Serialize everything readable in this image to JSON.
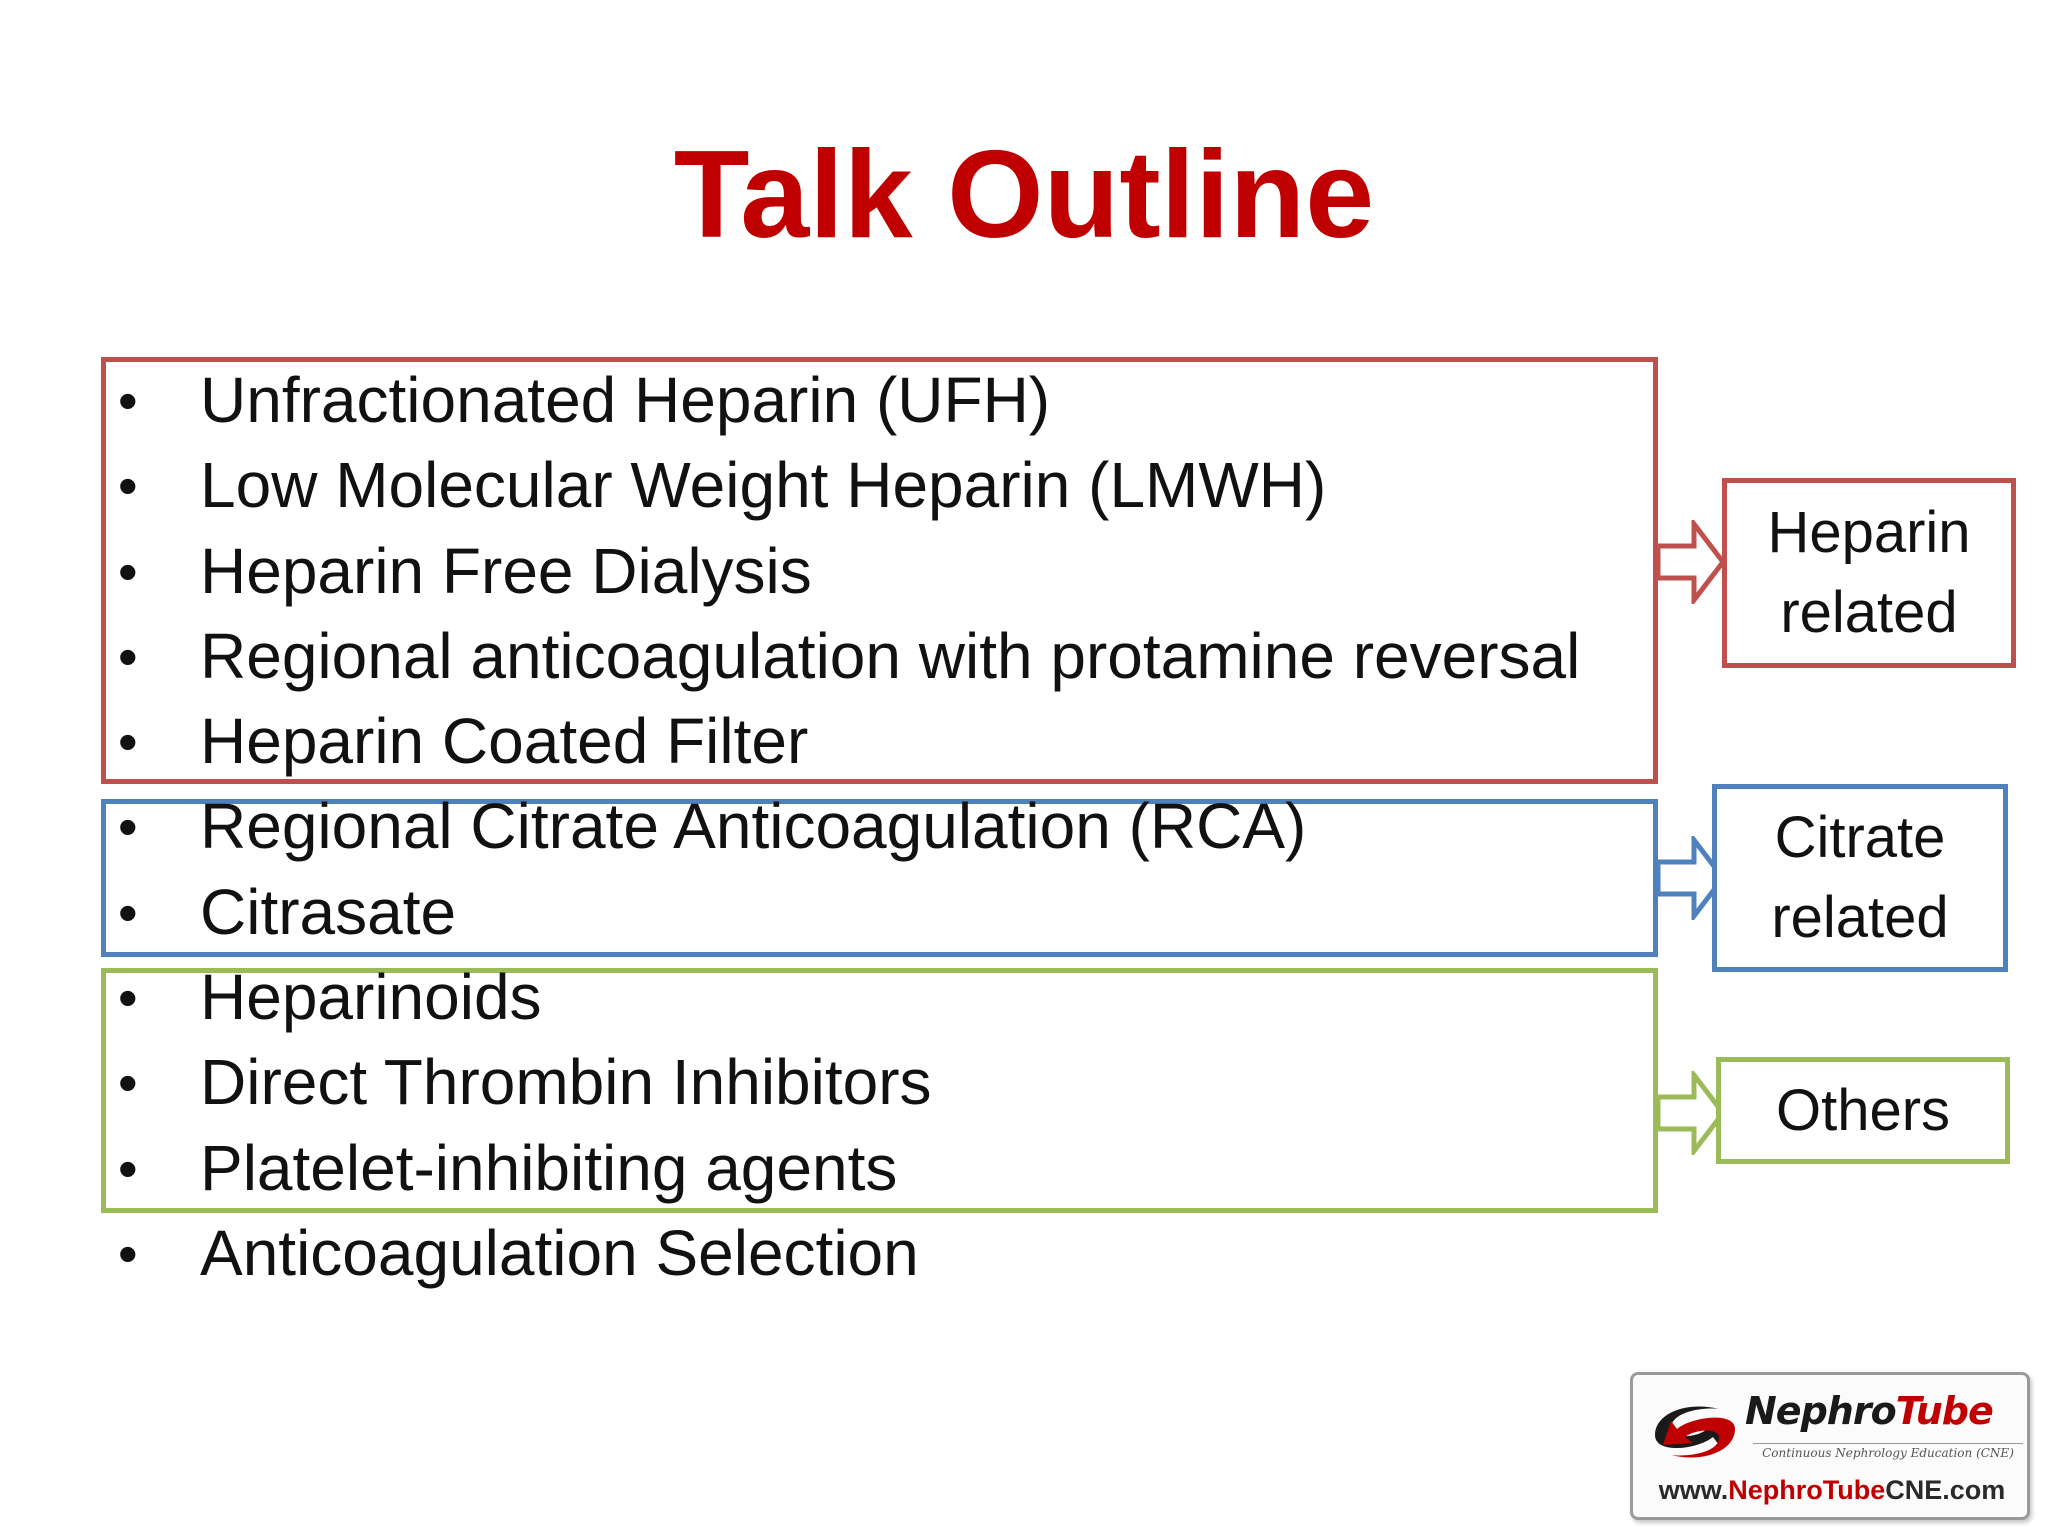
{
  "slide": {
    "title": "Talk Outline",
    "bullets": [
      "Unfractionated Heparin (UFH)",
      "Low Molecular Weight Heparin (LMWH)",
      "Heparin Free Dialysis",
      "Regional anticoagulation with protamine reversal",
      "Heparin Coated Filter",
      "Regional Citrate Anticoagulation (RCA)",
      "Citrasate",
      "Heparinoids",
      "Direct Thrombin Inhibitors",
      "Platelet-inhibiting agents",
      "Anticoagulation Selection"
    ],
    "bullet_symbol": "•",
    "groups": [
      {
        "label_line1": "Heparin",
        "label_line2": "related",
        "color": "#c0504d"
      },
      {
        "label_line1": "Citrate",
        "label_line2": "related",
        "color": "#4f81bd"
      },
      {
        "label_line1": "Others",
        "color": "#9bbb59"
      }
    ],
    "title_color": "#c00000"
  },
  "logo": {
    "name_part1": "Nephro",
    "name_part2": "Tube",
    "tagline": "Continuous Nephrology Education (CNE)",
    "url_part1": "www.",
    "url_part2": "NephroTube",
    "url_part3": "CNE.com"
  }
}
